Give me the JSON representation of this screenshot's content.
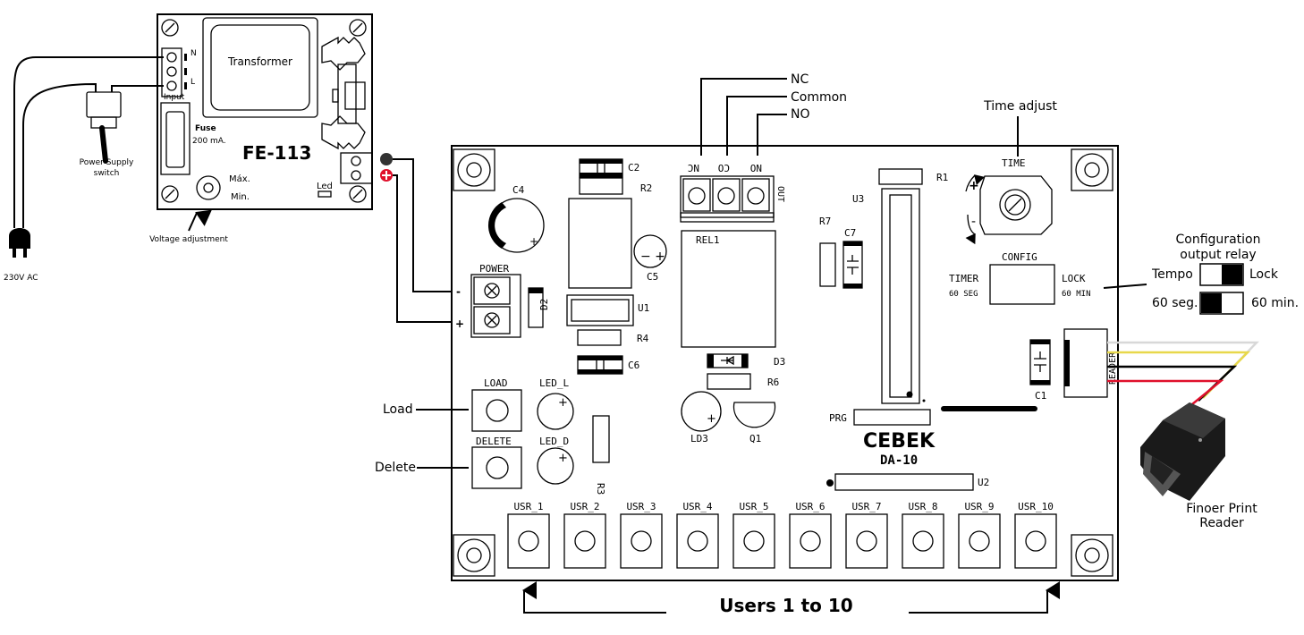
{
  "supply": {
    "title": "FE-113",
    "transformer": "Transformer",
    "fuse_label": "Fuse",
    "fuse_value": "200 mA.",
    "max_label": "Máx.",
    "min_label": "Min.",
    "led_label": "Led",
    "input_label": "Input",
    "n_label": "N",
    "l_label": "L",
    "voltage_adjustment": "Voltage adjustment",
    "switch_label_1": "Power Supply",
    "switch_label_2": "switch",
    "ac_label": "230V AC"
  },
  "board": {
    "brand": "CEBEK",
    "model": "DA-10",
    "power_label": "POWER",
    "minus": "-",
    "plus": "+",
    "relay": "REL1",
    "out_label": "OUT",
    "prg": "PRG",
    "reader": "READER",
    "config": "CONFIG",
    "timer": "TIMER",
    "timer_sub": "60 SEG",
    "lock": "LOCK",
    "lock_sub": "60 MIN",
    "time": "TIME",
    "terminal_labels": [
      "NC",
      "CO",
      "NO"
    ],
    "components": {
      "c2": "C2",
      "r2": "R2",
      "c4": "C4",
      "c5": "C5",
      "d2": "D2",
      "u1": "U1",
      "r4": "R4",
      "c6": "C6",
      "r7": "R7",
      "c7": "C7",
      "u3": "U3",
      "r1": "R1",
      "d3": "D3",
      "r6": "R6",
      "ld3": "LD3",
      "q1": "Q1",
      "c1": "C1",
      "u2": "U2",
      "r3": "R3",
      "led_l": "LED_L",
      "led_d": "LED_D",
      "load": "LOAD",
      "delete": "DELETE"
    },
    "user_buttons": [
      "USR_1",
      "USR_2",
      "USR_3",
      "USR_4",
      "USR_5",
      "USR_6",
      "USR_7",
      "USR_8",
      "USR_9",
      "USR_10"
    ]
  },
  "callouts": {
    "nc": "NC",
    "common": "Common",
    "no": "NO",
    "time_adjust": "Time adjust",
    "config_title_1": "Configuration",
    "config_title_2": "output relay",
    "tempo": "Tempo",
    "lock": "Lock",
    "sixty_seg": "60 seg.",
    "sixty_min": "60 min.",
    "load": "Load",
    "delete": "Delete",
    "reader_1": "Finoer Print",
    "reader_2": "Reader",
    "users": "Users 1 to 10"
  }
}
